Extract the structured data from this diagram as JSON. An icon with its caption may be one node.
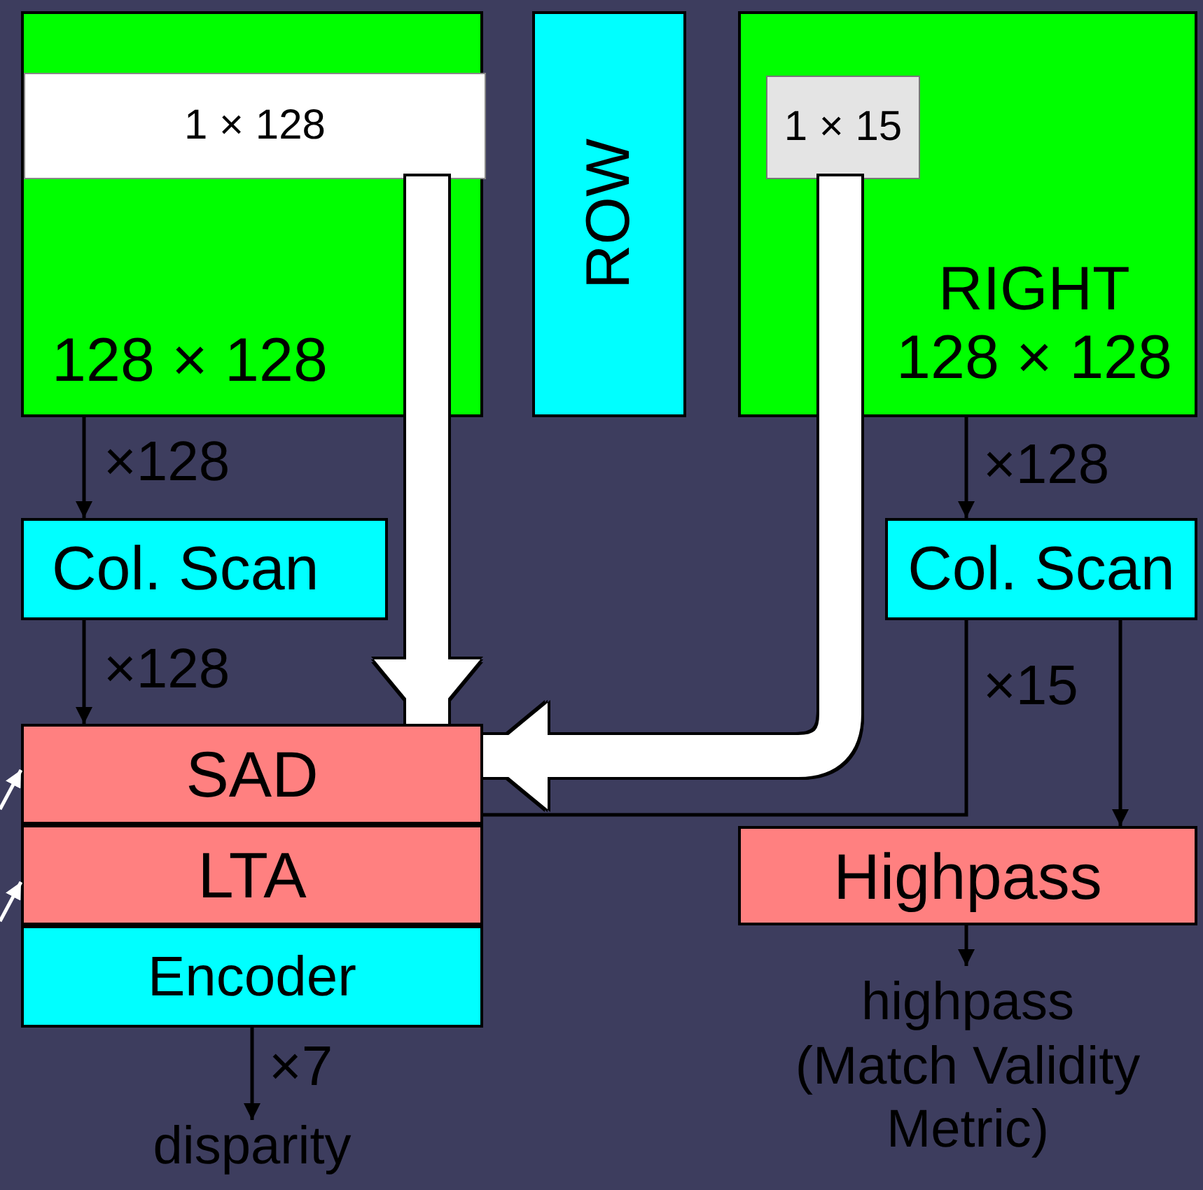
{
  "diagram": {
    "nodes": [
      {
        "text": [
          "128 × 128"
        ]
      },
      {
        "text": [
          "1 × 128"
        ],
        "in": 0
      },
      {
        "text": [
          "ROW"
        ]
      },
      {
        "text": [
          "RIGHT",
          "128 × 128"
        ]
      },
      {
        "text": [
          "1 × 15"
        ],
        "in": 3
      },
      {
        "text": [
          "Col. Scan"
        ]
      },
      {
        "text": [
          "Col. Scan"
        ]
      },
      {
        "text": [
          "SAD"
        ]
      },
      {
        "text": [
          "LTA"
        ]
      },
      {
        "text": [
          "Encoder"
        ]
      },
      {
        "text": [
          "Highpass"
        ]
      },
      {
        "text": [
          "disparity"
        ]
      },
      {
        "text": [
          "highpass",
          "(Match Validity Metric)"
        ]
      }
    ],
    "edges": [
      {
        "from": 1,
        "to": 7,
        "arrow": "to",
        "style": "thick",
        "color": "#ffffff"
      },
      {
        "from": 4,
        "to": 7,
        "arrow": "to",
        "style": "thick",
        "color": "#ffffff"
      },
      {
        "from": 0,
        "to": 5,
        "arrow": "to",
        "label": "×128"
      },
      {
        "from": 5,
        "to": 7,
        "arrow": "to",
        "label": "×128"
      },
      {
        "from": 3,
        "to": 6,
        "arrow": "to",
        "label": "×128"
      },
      {
        "from": 6,
        "to": 10,
        "arrow": "to"
      },
      {
        "from": 6,
        "to": 7,
        "arrow": "none",
        "label": "×15"
      },
      {
        "from": 9,
        "to": 11,
        "arrow": "to",
        "label": "×7"
      },
      {
        "from": 10,
        "to": 12,
        "arrow": "to"
      },
      {
        "from": null,
        "to": 7,
        "arrow": "to",
        "color": "#ffffff"
      },
      {
        "from": null,
        "to": 8,
        "arrow": "to",
        "color": "#ffffff"
      }
    ]
  }
}
